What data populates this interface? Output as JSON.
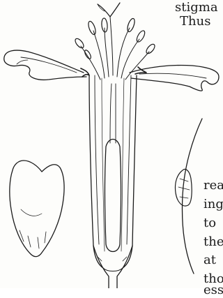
{
  "page": {
    "text_lines": [
      "stigma",
      "Thus",
      "rea",
      "ing",
      "to",
      "the",
      "at",
      "tho",
      "ess"
    ]
  },
  "figure": {
    "subject": "flower-longitudinal-section",
    "parts": [
      "petal",
      "anther",
      "pistil",
      "calyx",
      "stem"
    ]
  },
  "colors": {
    "ink": "#1a1a1a",
    "paper": "#fdfdfb"
  }
}
